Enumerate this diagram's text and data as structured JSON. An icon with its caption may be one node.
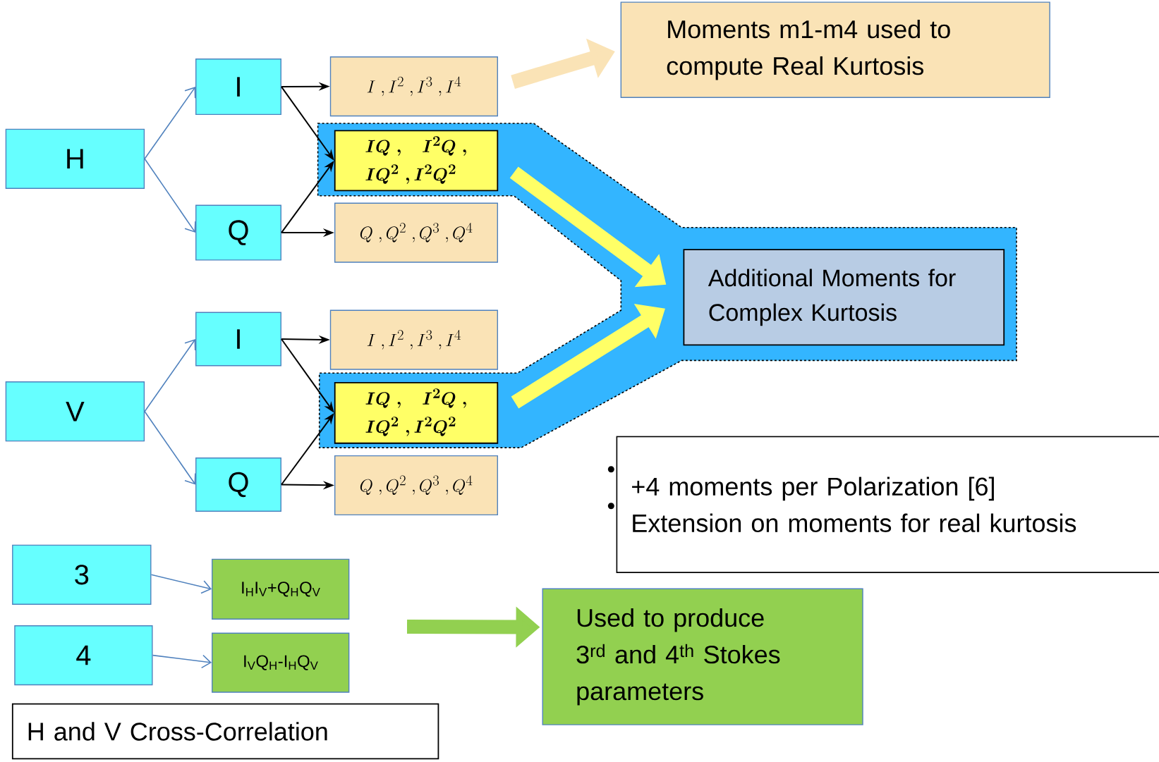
{
  "diagram": {
    "nodes": [
      {
        "text": [
          "H"
        ]
      },
      {
        "text": [
          "I"
        ]
      },
      {
        "text": [
          "Q"
        ]
      },
      {
        "text": [
          "I\\;,I^2\\;,I^3\\;,I^4"
        ]
      },
      {
        "text": [
          "\\begin{array}{l}\\boldsymbol{IQ\\;,\\;\\;\\; I^2Q\\;,}\\\\ \\boldsymbol{IQ^2\\;,I^2Q^2}\\end{array}"
        ]
      },
      {
        "text": [
          "Q\\;,Q^2\\;,Q^3\\;,Q^4"
        ]
      },
      {
        "text": [
          "V"
        ]
      },
      {
        "text": [
          "I"
        ]
      },
      {
        "text": [
          "Q"
        ]
      },
      {
        "text": [
          "I\\;,I^2\\;,I^3\\;,I^4"
        ]
      },
      {
        "text": [
          "\\begin{array}{l}\\boldsymbol{IQ\\;,\\;\\;\\; I^2Q\\;,}\\\\ \\boldsymbol{IQ^2\\;,I^2Q^2}\\end{array}"
        ]
      },
      {
        "text": [
          "Q\\;,Q^2\\;,Q^3\\;,Q^4"
        ]
      },
      {
        "text": [
          "Moments m1-m4 used to compute Real Kurtosis"
        ]
      },
      {
        "text": [
          "Additional Moments for Complex Kurtosis"
        ]
      },
      {
        "text": [
          "+4 moments per Polarization [6]",
          "Extension on moments for real kurtosis"
        ]
      },
      {
        "text": [
          "3"
        ]
      },
      {
        "text": [
          "4"
        ]
      },
      {
        "text": [
          "I$_{H}$I$_{V}$+Q$_{H}$Q$_{V}$"
        ]
      },
      {
        "text": [
          "I$_{V}$Q$_{H}$-I$_{H}$Q$_{V}$"
        ]
      },
      {
        "text": [
          "H and V Cross-Correlation"
        ]
      },
      {
        "text": [
          "Used to produce 3$^{rd}$ and 4$^{th}$ Stokes parameters"
        ]
      }
    ],
    "edges": [
      {
        "from": 0,
        "to": 1,
        "arrow": "to",
        "color": "#4f81bd"
      },
      {
        "from": 0,
        "to": 2,
        "arrow": "to",
        "color": "#4f81bd"
      },
      {
        "from": 1,
        "to": 3,
        "arrow": "to"
      },
      {
        "from": 1,
        "to": 4,
        "arrow": "to"
      },
      {
        "from": 2,
        "to": 4,
        "arrow": "to"
      },
      {
        "from": 2,
        "to": 5,
        "arrow": "to"
      },
      {
        "from": 6,
        "to": 7,
        "arrow": "to",
        "color": "#4f81bd"
      },
      {
        "from": 6,
        "to": 8,
        "arrow": "to",
        "color": "#4f81bd"
      },
      {
        "from": 7,
        "to": 9,
        "arrow": "to"
      },
      {
        "from": 7,
        "to": 10,
        "arrow": "to"
      },
      {
        "from": 8,
        "to": 10,
        "arrow": "to"
      },
      {
        "from": 8,
        "to": 11,
        "arrow": "to"
      },
      {
        "from": 15,
        "to": 17,
        "arrow": "to",
        "color": "#4f81bd"
      },
      {
        "from": 16,
        "to": 18,
        "arrow": "to",
        "color": "#4f81bd"
      },
      {
        "from": 3,
        "to": 12,
        "arrow": "to",
        "style": "thick",
        "color": "#fae3b6"
      },
      {
        "from": 4,
        "to": 13,
        "arrow": "to",
        "style": "thick",
        "color": "#ffff66"
      },
      {
        "from": 10,
        "to": 13,
        "arrow": "to",
        "style": "thick",
        "color": "#ffff66"
      },
      {
        "from": null,
        "to": 20,
        "arrow": "to",
        "style": "thick",
        "color": "#92d050"
      }
    ]
  }
}
